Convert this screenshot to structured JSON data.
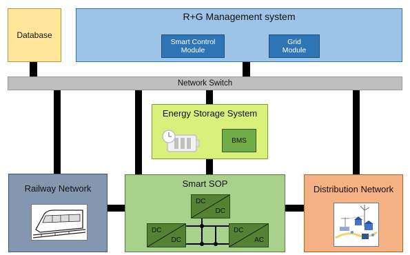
{
  "database": {
    "label": "Database"
  },
  "management": {
    "title": "R+G Management system",
    "modules": [
      "Smart Control\nModule",
      "Grid\nModule"
    ]
  },
  "network_switch": {
    "label": "Network Switch"
  },
  "energy_storage": {
    "title": "Energy Storage System",
    "bms_label": "BMS"
  },
  "railway": {
    "title": "Railway Network"
  },
  "sop": {
    "title": "Smart SOP",
    "converters": [
      {
        "top": "DC",
        "bottom": "DC"
      },
      {
        "top": "DC",
        "bottom": "DC"
      },
      {
        "top": "DC",
        "bottom": "AC"
      }
    ]
  },
  "distribution": {
    "title": "Distribution Network"
  },
  "colors": {
    "database": "#ffe699",
    "management": "#9dc3e6",
    "module": "#2e75b6",
    "switch": "#bfbfbf",
    "storage": "#d9f07a",
    "bms": "#70ad47",
    "railway": "#8497b0",
    "sop": "#a9d18e",
    "converter": "#548235",
    "distribution": "#f4b183"
  }
}
